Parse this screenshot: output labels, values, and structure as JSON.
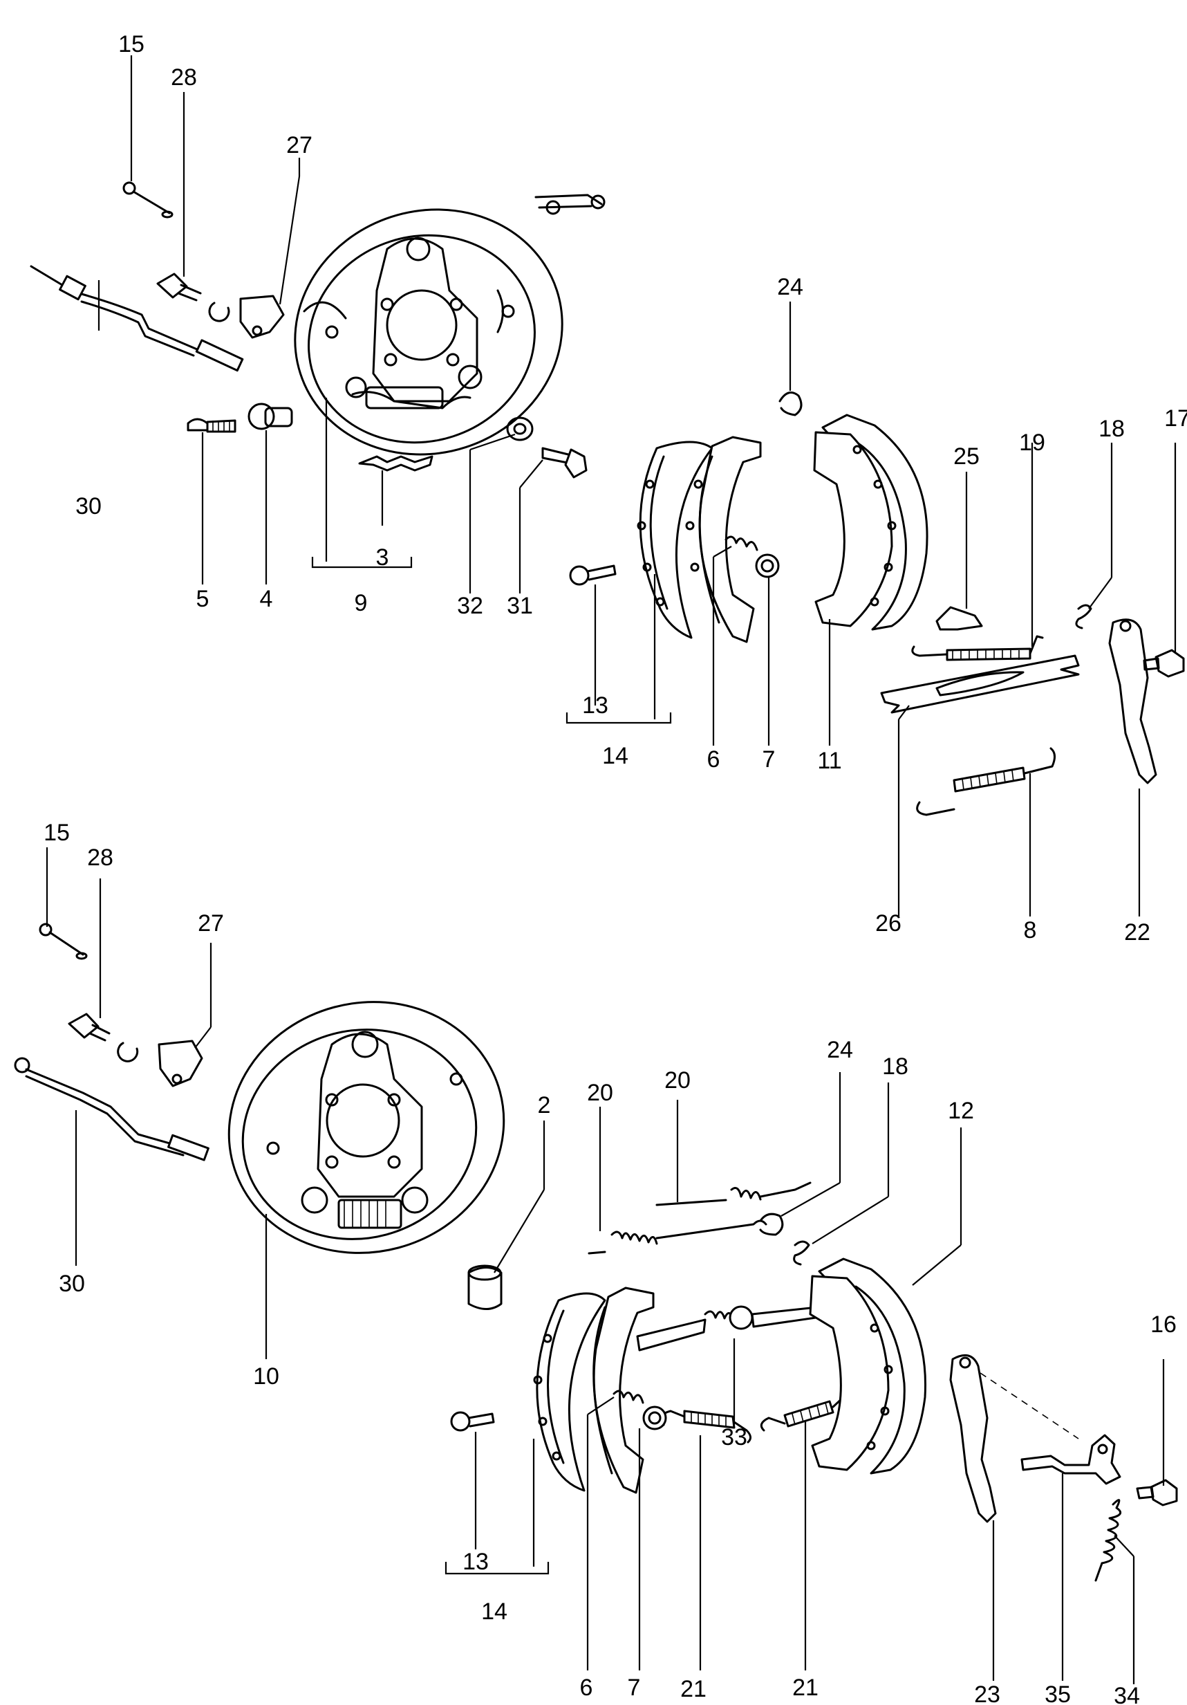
{
  "callouts": {
    "c15a": "15",
    "c28a": "28",
    "c27a": "27",
    "c30a": "30",
    "c5": "5",
    "c4": "4",
    "c3": "3",
    "c9": "9",
    "c32": "32",
    "c31": "31",
    "c24a": "24",
    "c13a": "13",
    "c14a": "14",
    "c6a": "6",
    "c7a": "7",
    "c11": "11",
    "c25": "25",
    "c19": "19",
    "c18a": "18",
    "c17": "17",
    "c26": "26",
    "c8": "8",
    "c22": "22",
    "c15b": "15",
    "c28b": "28",
    "c27b": "27",
    "c30b": "30",
    "c10": "10",
    "c2": "2",
    "c20a": "20",
    "c20b": "20",
    "c24b": "24",
    "c18b": "18",
    "c12": "12",
    "c16": "16",
    "c33": "33",
    "c13b": "13",
    "c14b": "14",
    "c6b": "6",
    "c7b": "7",
    "c21a": "21",
    "c21b": "21",
    "c23": "23",
    "c35": "35",
    "c34": "34"
  }
}
